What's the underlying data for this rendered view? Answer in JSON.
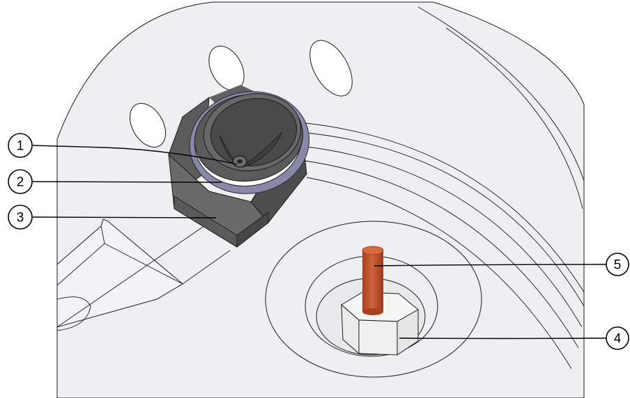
{
  "callouts": [
    {
      "id": "1",
      "label": "1",
      "target": "center-pin"
    },
    {
      "id": "2",
      "label": "2",
      "target": "white-seal-ring"
    },
    {
      "id": "3",
      "label": "3",
      "target": "hex-fitting"
    },
    {
      "id": "4",
      "label": "4",
      "target": "hex-nut"
    },
    {
      "id": "5",
      "label": "5",
      "target": "copper-pin"
    }
  ],
  "colors": {
    "housing": "#efeff1",
    "housing_shadow": "#e4e4e8",
    "fitting_dark": "#525252",
    "fitting_mid": "#636363",
    "fitting_light": "#707070",
    "o_ring": "#8b87a8",
    "seal_white": "#ffffff",
    "copper_pin": "#c4552e",
    "nut": "#eeeeee",
    "line": "#000000"
  }
}
